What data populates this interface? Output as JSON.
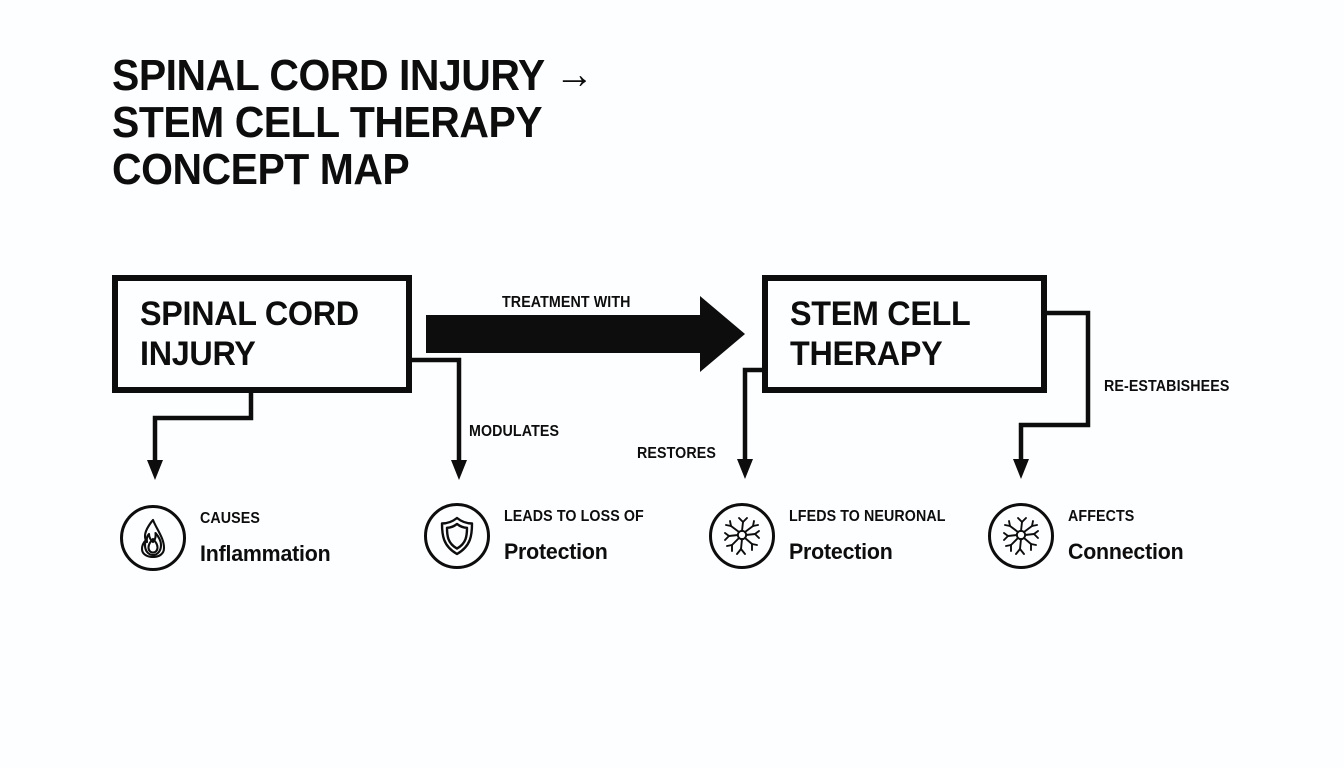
{
  "background_color": "#fdfeff",
  "ink_color": "#0d0d0d",
  "title": {
    "line1": "SPINAL CORD INJURY",
    "arrow_icon": "right-arrow-icon",
    "arrow_glyph": "→",
    "line2": "STEM CELL THERAPY",
    "line3": "CONCEPT MAP"
  },
  "boxes": {
    "source": {
      "line1": "SPINAL CORD",
      "line2": "INJURY"
    },
    "target": {
      "line1": "STEM CELL",
      "line2": "THERAPY"
    }
  },
  "edges": {
    "treatment": "TREATMENT WITH",
    "modulates": "MODULATES",
    "restores": "RESTORES",
    "reestablishes": "RE-ESTABISHEES"
  },
  "nodes": [
    {
      "icon": "flame-icon",
      "relation": "CAUSES",
      "name": "Inflammation"
    },
    {
      "icon": "shield-icon",
      "relation": "LEADS TO LOSS OF",
      "name": "Protection"
    },
    {
      "icon": "neuron-icon",
      "relation": "LFEDS TO NEURONAL",
      "name": "Protection"
    },
    {
      "icon": "neuron-icon",
      "relation": "AFFECTS",
      "name": "Connection"
    }
  ]
}
